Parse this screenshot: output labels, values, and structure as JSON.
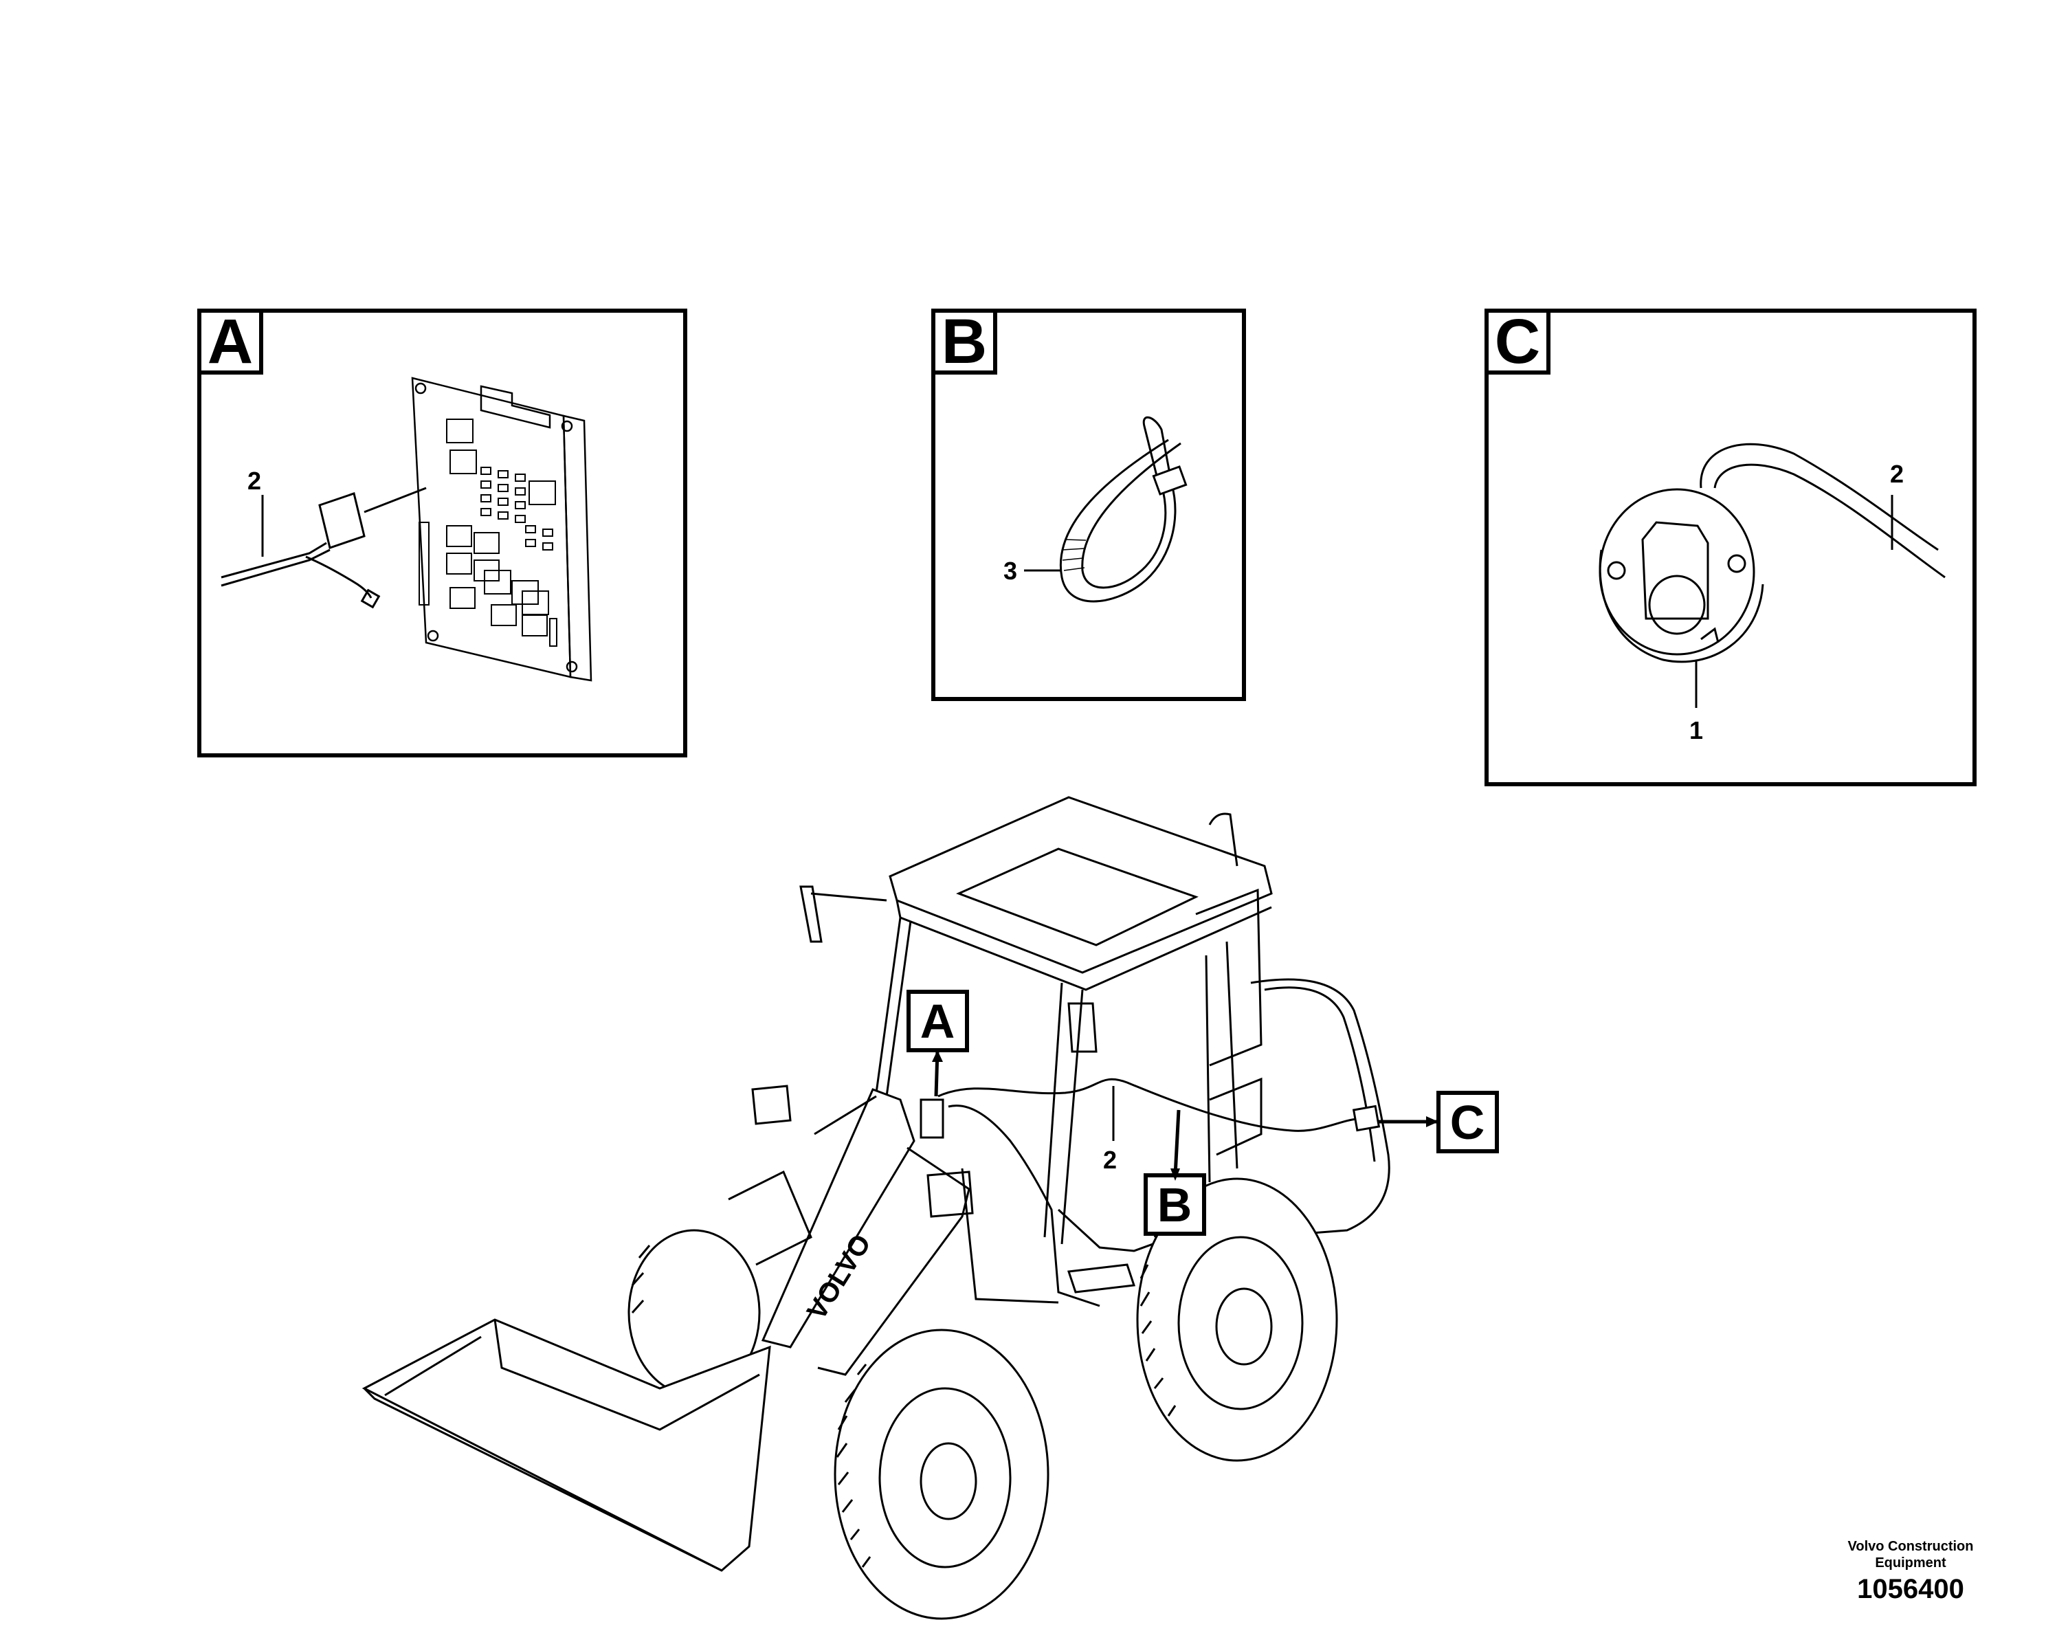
{
  "detail_views": [
    {
      "letter": "A",
      "part_labels": [
        "2"
      ]
    },
    {
      "letter": "B",
      "part_labels": [
        "3"
      ]
    },
    {
      "letter": "C",
      "part_labels": [
        "2",
        "1"
      ]
    }
  ],
  "main_view": {
    "callouts": [
      "A",
      "B",
      "C"
    ],
    "part_label": "2",
    "machine_lettering": "VOLVO"
  },
  "footer": {
    "line1": "Volvo Construction",
    "line2": "Equipment",
    "code": "1056400"
  }
}
